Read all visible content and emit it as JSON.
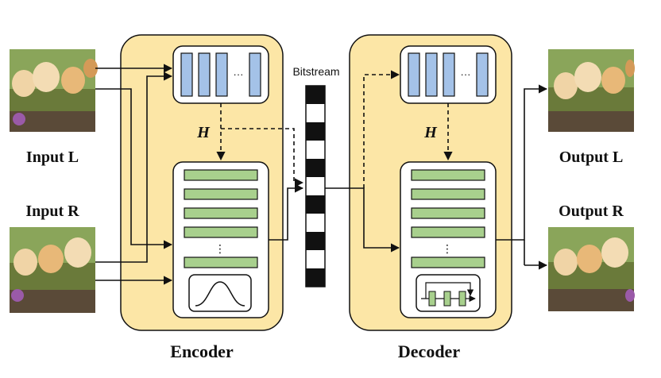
{
  "labels": {
    "input_left": "Input L",
    "input_right": "Input R",
    "output_left": "Output L",
    "output_right": "Output R",
    "encoder": "Encoder",
    "decoder": "Decoder",
    "bitstream": "Bitstream",
    "hyper_encoder_symbol": "H",
    "hyper_decoder_symbol": "H",
    "ellipsis_h": "···",
    "ellipsis_v": "⋮"
  },
  "icons": {
    "input_images": "kitten-photo-icon",
    "gaussian": "gaussian-curve-icon",
    "residual": "residual-block-icon"
  },
  "colors": {
    "module_fill": "#fce6a6",
    "conv_layer_fill": "#a4c2e8",
    "dense_layer_fill": "#a8d08d",
    "ink": "#111111"
  }
}
